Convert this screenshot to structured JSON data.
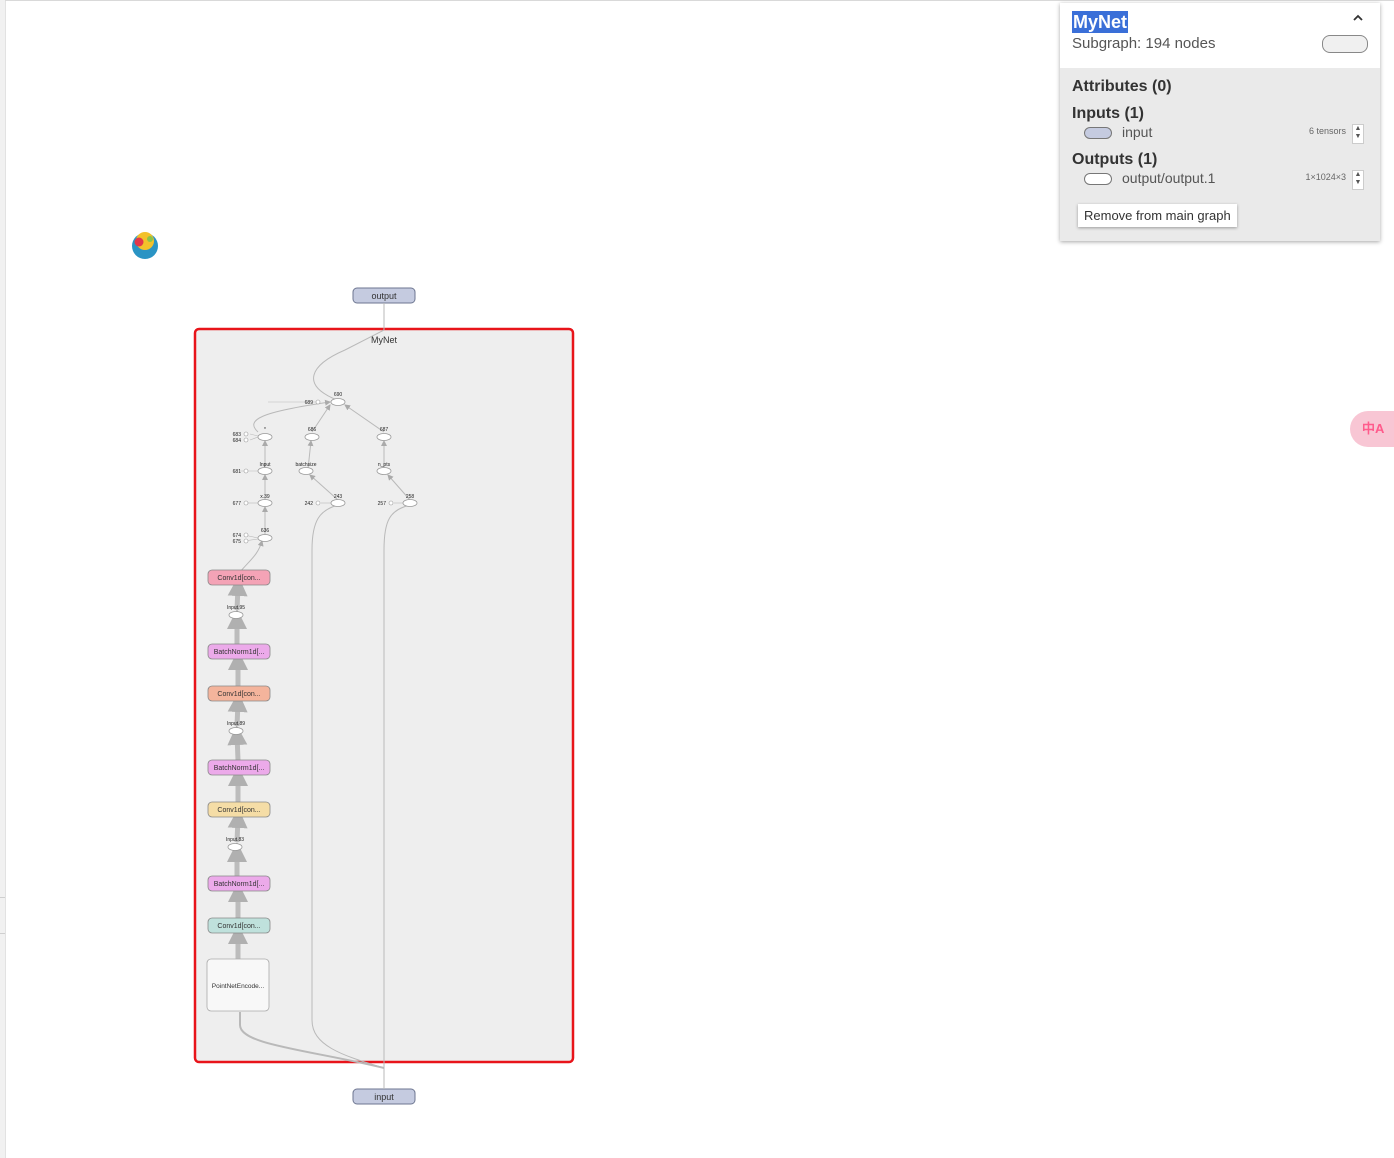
{
  "graph": {
    "outer_output_label": "output",
    "outer_input_label": "input",
    "subgraph_label": "MyNet",
    "selection_color": "#e8141a",
    "op_nodes": [
      {
        "label": "690"
      },
      {
        "label": "689"
      },
      {
        "label": "*"
      },
      {
        "label": "683"
      },
      {
        "label": "684"
      },
      {
        "label": "686"
      },
      {
        "label": "687"
      },
      {
        "label": "Input"
      },
      {
        "label": "681"
      },
      {
        "label": "batchsize"
      },
      {
        "label": "n_pts"
      },
      {
        "label": "x.39"
      },
      {
        "label": "677"
      },
      {
        "label": "243"
      },
      {
        "label": "242"
      },
      {
        "label": "258"
      },
      {
        "label": "257"
      },
      {
        "label": "636"
      },
      {
        "label": "674"
      },
      {
        "label": "675"
      },
      {
        "label": "Input.95"
      },
      {
        "label": "Input.89"
      },
      {
        "label": "Input.83"
      }
    ],
    "modules": [
      {
        "label": "Conv1d[con...",
        "color": "#f4a3b6"
      },
      {
        "label": "BatchNorm1d[...",
        "color": "#ecaaea"
      },
      {
        "label": "Conv1d[con...",
        "color": "#f4b49c"
      },
      {
        "label": "BatchNorm1d[...",
        "color": "#ecaaea"
      },
      {
        "label": "Conv1d[con...",
        "color": "#f5dda6"
      },
      {
        "label": "BatchNorm1d[...",
        "color": "#ecaaea"
      },
      {
        "label": "Conv1d[con...",
        "color": "#bfe1dc"
      }
    ],
    "encoder_label": "PointNetEncode..."
  },
  "info_card": {
    "title": "MyNet",
    "subtitle": "Subgraph: 194 nodes",
    "attributes_heading": "Attributes (0)",
    "inputs_heading": "Inputs (1)",
    "inputs": [
      {
        "name": "input",
        "size": "6 tensors"
      }
    ],
    "outputs_heading": "Outputs (1)",
    "outputs": [
      {
        "name": "output/output.1",
        "size": "1×1024×3"
      }
    ],
    "remove_button": "Remove from main graph"
  },
  "translate_button": "中A"
}
